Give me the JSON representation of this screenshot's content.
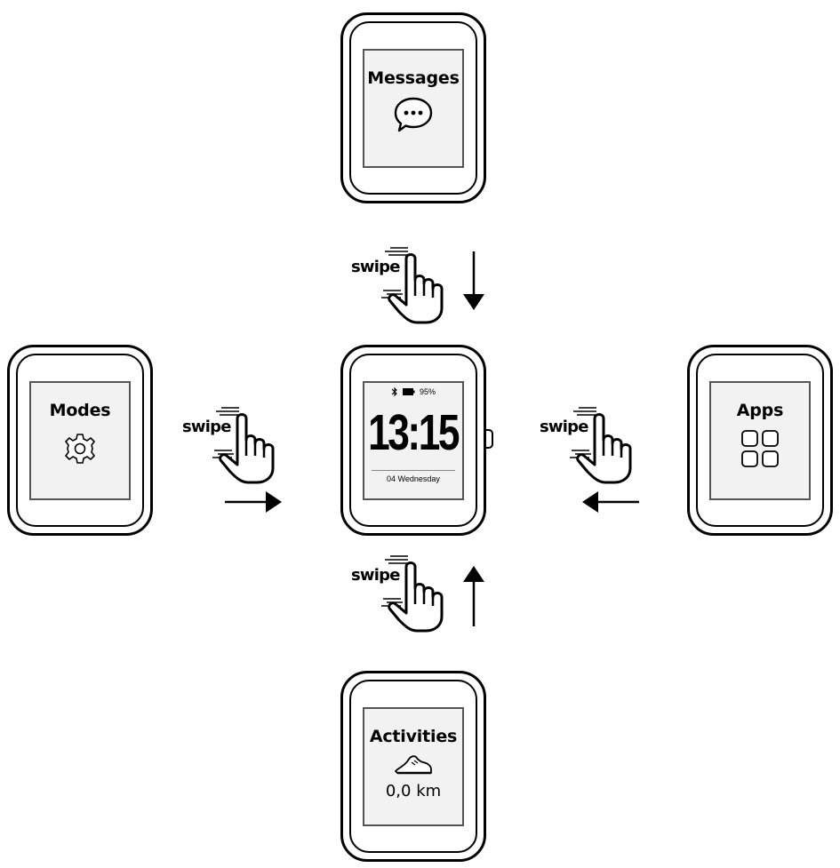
{
  "screens": {
    "top": {
      "title": "Messages",
      "icon": "speech-bubble-icon"
    },
    "left": {
      "title": "Modes",
      "icon": "gear-icon"
    },
    "right": {
      "title": "Apps",
      "icon": "app-grid-icon"
    },
    "bottom": {
      "title": "Activities",
      "icon": "running-shoe-icon",
      "value": "0,0 km"
    },
    "center": {
      "battery": "95%",
      "time": "13:15",
      "date": "04 Wednesday",
      "status_icons": [
        "bluetooth-icon",
        "battery-icon"
      ]
    }
  },
  "gestures": {
    "top": {
      "label": "swipe",
      "direction": "down"
    },
    "left": {
      "label": "swipe",
      "direction": "right"
    },
    "right": {
      "label": "swipe",
      "direction": "left"
    },
    "bottom": {
      "label": "swipe",
      "direction": "up"
    }
  },
  "colors": {
    "outline": "#000000",
    "screen_fill": "#f2f2f2"
  }
}
